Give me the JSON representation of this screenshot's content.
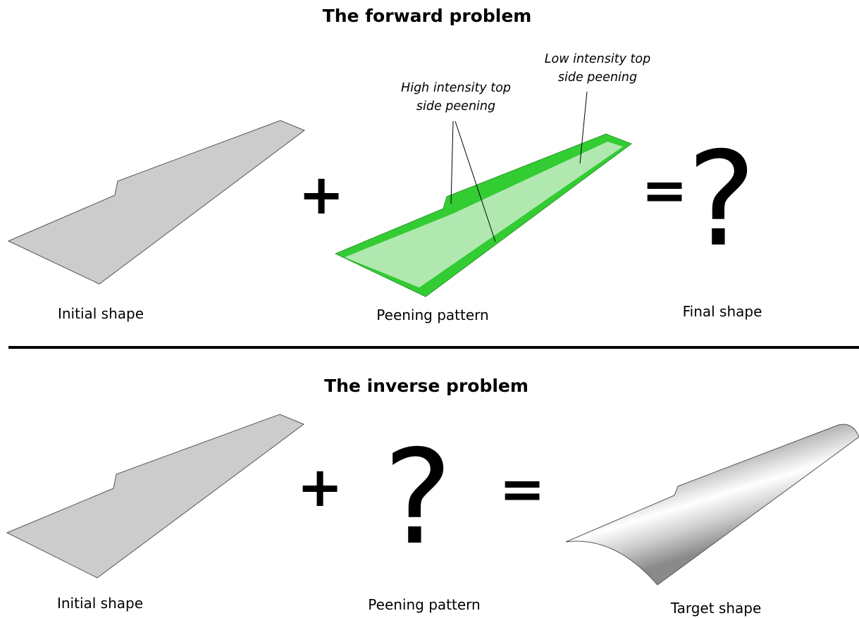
{
  "forward": {
    "title": "The forward problem",
    "initial_caption": "Initial shape",
    "pattern_caption": "Peening pattern",
    "final_caption": "Final shape",
    "high_note_line1": "High intensity top",
    "high_note_line2": "side peening",
    "low_note_line1": "Low intensity top",
    "low_note_line2": "side peening",
    "plus": "+",
    "equals": "=",
    "unknown": "?"
  },
  "inverse": {
    "title": "The inverse problem",
    "initial_caption": "Initial shape",
    "pattern_caption": "Peening pattern",
    "target_caption": "Target shape",
    "plus": "+",
    "equals": "=",
    "unknown": "?"
  },
  "colors": {
    "plate_fill": "#cccccc",
    "plate_stroke": "#555555",
    "high_intensity": "#33cc33",
    "low_intensity": "#b0e8b0",
    "divider": "#000000"
  },
  "icons": {
    "wing_plate": "wing-plate-icon",
    "curved_wing": "curved-wing-icon"
  }
}
